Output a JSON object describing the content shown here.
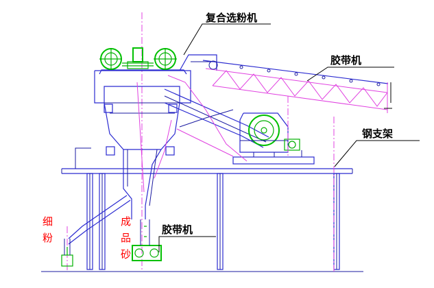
{
  "labels": {
    "composite_separator": "复合选粉机",
    "belt_conveyor_top": "胶带机",
    "steel_frame": "钢支架",
    "belt_conveyor_bottom": "胶带机",
    "fine_powder": [
      "细",
      "粉"
    ],
    "finished_sand": [
      "成",
      "品",
      "砂"
    ]
  },
  "colors": {
    "structure": "#1a1aa0",
    "machine": "#00b000",
    "conveyor": "#e040e0",
    "red_text": "#ff0000",
    "leader": "#000000"
  }
}
